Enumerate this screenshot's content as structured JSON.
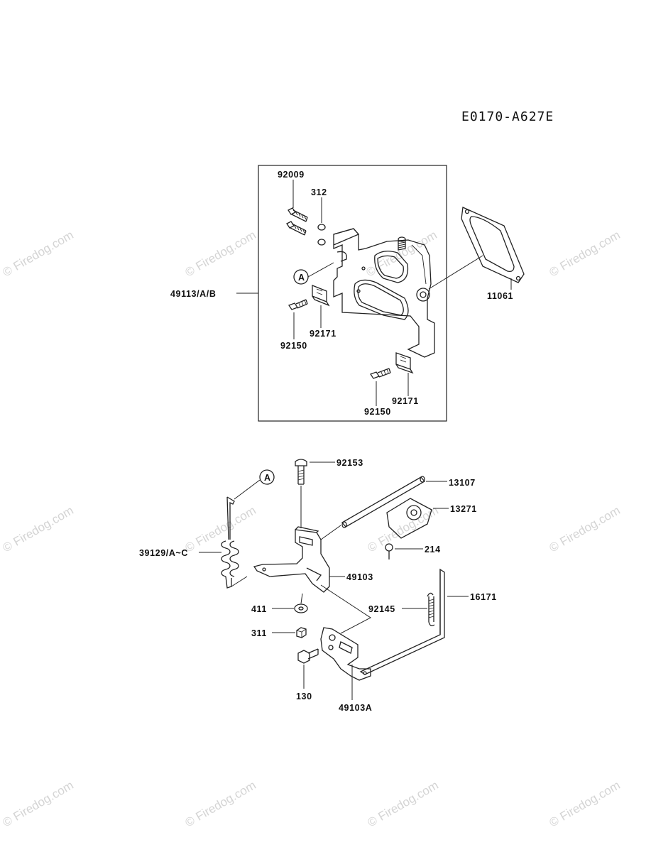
{
  "drawing_code": "E0170-A627E",
  "watermark": "© Firedog.com",
  "ref_marker": "A",
  "upper_panel_labels": {
    "p92009": "92009",
    "p312": "312",
    "p49113": "49113/A/B",
    "p11061": "11061",
    "p92171_a": "92171",
    "p92150_a": "92150",
    "p92171_b": "92171",
    "p92150_b": "92150"
  },
  "lower_panel_labels": {
    "p92153": "92153",
    "p13107": "13107",
    "p13271": "13271",
    "p214": "214",
    "p39129": "39129/A~C",
    "p49103": "49103",
    "p92145": "92145",
    "p16171": "16171",
    "p411": "411",
    "p311": "311",
    "p130": "130",
    "p49103A": "49103A"
  }
}
